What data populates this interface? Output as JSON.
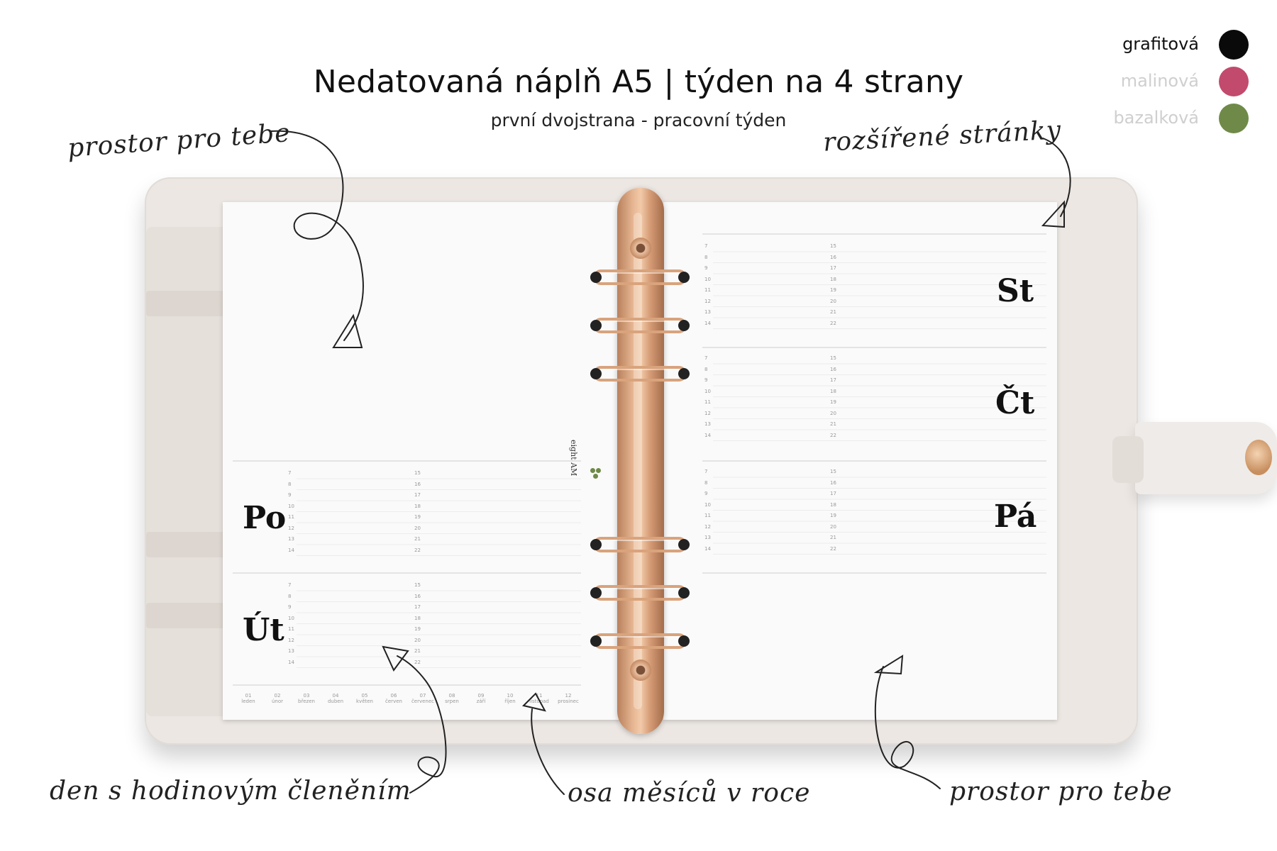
{
  "header": {
    "title": "Nedatovaná náplň A5 | týden na 4 strany",
    "subtitle": "první dvojstrana - pracovní týden"
  },
  "legend": [
    {
      "label": "grafitová",
      "color": "#0a0a0a",
      "text_color": "#111111"
    },
    {
      "label": "malinová",
      "color": "#c24a6d",
      "text_color": "#cfcfcf"
    },
    {
      "label": "bazalková",
      "color": "#6f8a48",
      "text_color": "#cfcfcf"
    }
  ],
  "annotations": {
    "top_left": "prostor pro tebe",
    "top_right": "rozšířené stránky",
    "bottom_left": "den s hodinovým členěním",
    "bottom_middle": "osa měsíců v roce",
    "bottom_right": "prostor pro tebe"
  },
  "days": {
    "left": [
      "Po",
      "Út"
    ],
    "right": [
      "St",
      "Čt",
      "Pá"
    ]
  },
  "hours_col1": [
    "7",
    "8",
    "9",
    "10",
    "11",
    "12",
    "13",
    "14"
  ],
  "hours_col2": [
    "15",
    "16",
    "17",
    "18",
    "19",
    "20",
    "21",
    "22"
  ],
  "months": [
    {
      "num": "01",
      "name": "leden"
    },
    {
      "num": "02",
      "name": "únor"
    },
    {
      "num": "03",
      "name": "březen"
    },
    {
      "num": "04",
      "name": "duben"
    },
    {
      "num": "05",
      "name": "květen"
    },
    {
      "num": "06",
      "name": "červen"
    },
    {
      "num": "07",
      "name": "červenec"
    },
    {
      "num": "08",
      "name": "srpen"
    },
    {
      "num": "09",
      "name": "září"
    },
    {
      "num": "10",
      "name": "říjen"
    },
    {
      "num": "11",
      "name": "listopad"
    },
    {
      "num": "12",
      "name": "prosinec"
    }
  ],
  "brand": "eight AM"
}
